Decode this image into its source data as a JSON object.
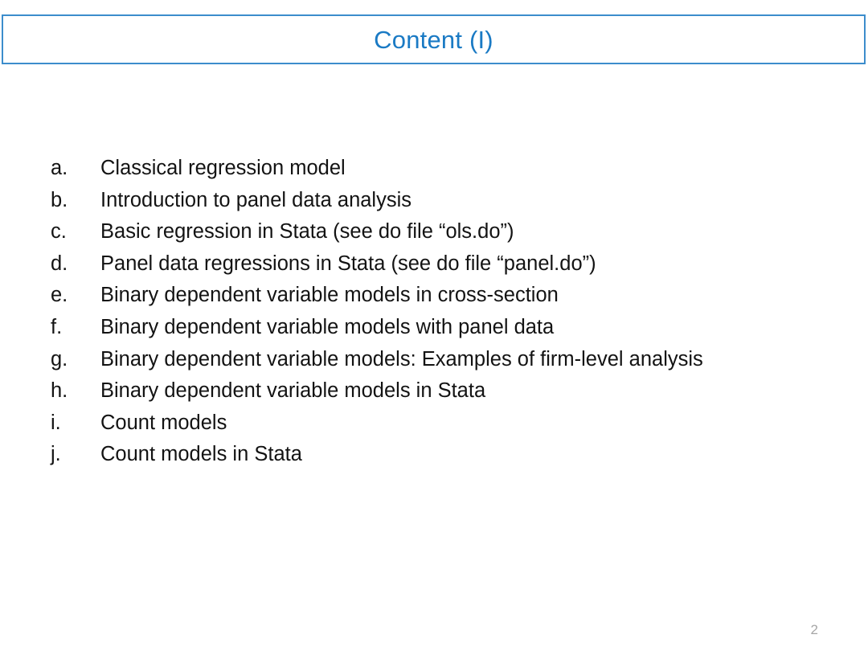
{
  "slide": {
    "title": "Content (I)",
    "page_number": "2",
    "accent_color": "#3c8dcc",
    "title_color": "#1a7ac4",
    "body_text_color": "#131313",
    "page_number_color": "#a6a6a6",
    "background_color": "#ffffff"
  },
  "content": {
    "items": [
      {
        "marker": "a.",
        "label": "Classical regression model"
      },
      {
        "marker": "b.",
        "label": "Introduction to panel data analysis"
      },
      {
        "marker": "c.",
        "label": "Basic regression in Stata (see do file “ols.do”)"
      },
      {
        "marker": "d.",
        "label": "Panel data regressions in Stata (see do file “panel.do”)"
      },
      {
        "marker": "e.",
        "label": "Binary dependent variable models in cross-section"
      },
      {
        "marker": "f.",
        "label": "Binary dependent variable models with panel data"
      },
      {
        "marker": "g.",
        "label": "Binary dependent variable models: Examples of firm-level analysis"
      },
      {
        "marker": "h.",
        "label": "Binary dependent variable models in Stata"
      },
      {
        "marker": "i.",
        "label": "Count models"
      },
      {
        "marker": "j.",
        "label": "Count models in Stata"
      }
    ]
  }
}
